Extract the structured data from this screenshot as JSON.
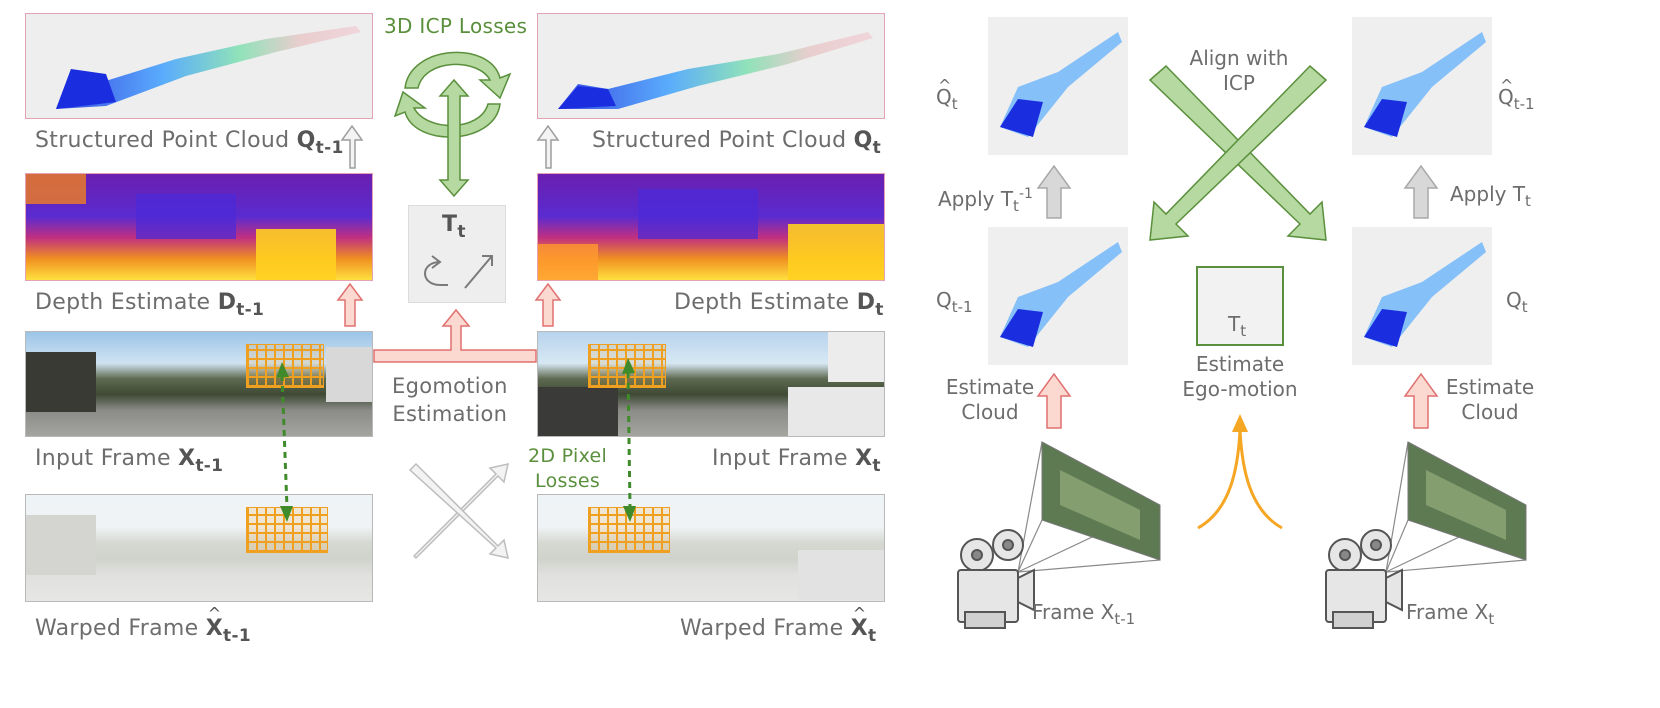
{
  "left": {
    "icp_losses": "3D ICP Losses",
    "pc_prev_label": "Structured Point Cloud",
    "pc_prev_sym": "Q",
    "pc_prev_sub": "t-1",
    "pc_cur_label": "Structured Point Cloud",
    "pc_cur_sym": "Q",
    "pc_cur_sub": "t",
    "depth_prev_label": "Depth Estimate",
    "depth_prev_sym": "D",
    "depth_prev_sub": "t-1",
    "depth_cur_label": "Depth Estimate",
    "depth_cur_sym": "D",
    "depth_cur_sub": "t",
    "transform_sym": "T",
    "transform_sub": "t",
    "egomotion_line1": "Egomotion",
    "egomotion_line2": "Estimation",
    "input_prev_label": "Input Frame",
    "input_prev_sym": "X",
    "input_prev_sub": "t-1",
    "input_cur_label": "Input Frame",
    "input_cur_sym": "X",
    "input_cur_sub": "t",
    "pixel_losses_line1": "2D Pixel",
    "pixel_losses_line2": "Losses",
    "warped_prev_label": "Warped Frame",
    "warped_prev_sym": "X",
    "warped_prev_sub": "t-1",
    "warped_cur_label": "Warped Frame",
    "warped_cur_sym": "X",
    "warped_cur_sub": "t"
  },
  "right": {
    "qhat_prev_sym": "Q",
    "qhat_prev_sub": "t",
    "qhat_cur_sym": "Q",
    "qhat_cur_sub": "t-1",
    "align_line1": "Align with",
    "align_line2": "ICP",
    "apply_inv_label": "Apply T",
    "apply_inv_sub": "t",
    "apply_inv_sup": "-1",
    "apply_label": "Apply T",
    "apply_sub": "t",
    "q_prev_sym": "Q",
    "q_prev_sub": "t-1",
    "q_cur_sym": "Q",
    "q_cur_sub": "t",
    "transform_sym": "T",
    "transform_sub": "t",
    "estimate_ego_line1": "Estimate",
    "estimate_ego_line2": "Ego-motion",
    "estimate_cloud_line1": "Estimate",
    "estimate_cloud_line2": "Cloud",
    "frame_prev_label": "Frame X",
    "frame_prev_sub": "t-1",
    "frame_cur_label": "Frame X",
    "frame_cur_sub": "t"
  },
  "colors": {
    "green": "#5a8f3c",
    "green_fill": "#b5d9a0",
    "pink_fill": "#fbd9d0",
    "pink_stroke": "#e07070",
    "orange": "#f5a623",
    "grey_arrow": "#cfcfcf"
  }
}
